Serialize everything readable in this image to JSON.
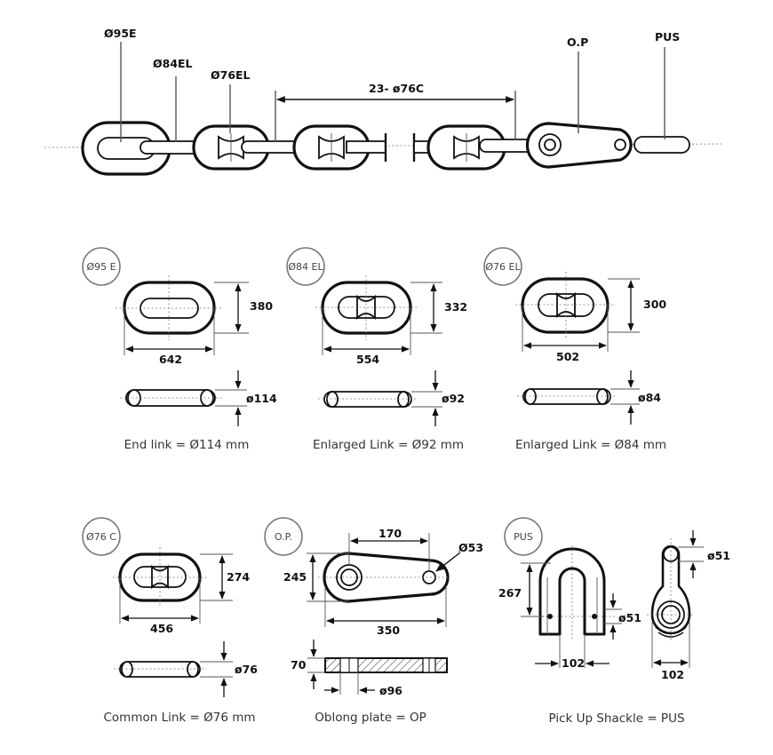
{
  "chain": {
    "labels": {
      "end_link": "Ø95E",
      "enlarged_84": "Ø84EL",
      "enlarged_76": "Ø76EL",
      "common_span": "23- ø76C",
      "oblong_plate": "O.P",
      "shackle": "PUS"
    }
  },
  "components": {
    "end_link": {
      "badge": "Ø95 E",
      "height": "380",
      "length": "642",
      "diameter": "ø114",
      "caption": "End link = Ø114 mm"
    },
    "enlarged_84": {
      "badge": "Ø84 EL",
      "height": "332",
      "length": "554",
      "diameter": "ø92",
      "caption": "Enlarged Link = Ø92 mm"
    },
    "enlarged_76": {
      "badge": "Ø76 EL",
      "height": "300",
      "length": "502",
      "diameter": "ø84",
      "caption": "Enlarged Link = Ø84 mm"
    },
    "common_link": {
      "badge": "Ø76 C",
      "height": "274",
      "length": "456",
      "diameter": "ø76",
      "caption": "Common Link = Ø76 mm"
    },
    "oblong_plate": {
      "badge": "O.P.",
      "pitch": "170",
      "height": "245",
      "length": "350",
      "hole": "Ø53",
      "thickness": "70",
      "bore": "ø96",
      "caption": "Oblong plate = OP"
    },
    "shackle": {
      "badge": "PUS",
      "height": "267",
      "pin": "ø51",
      "width": "102",
      "side_pin": "ø51",
      "side_width": "102",
      "caption": "Pick Up Shackle = PUS"
    }
  }
}
